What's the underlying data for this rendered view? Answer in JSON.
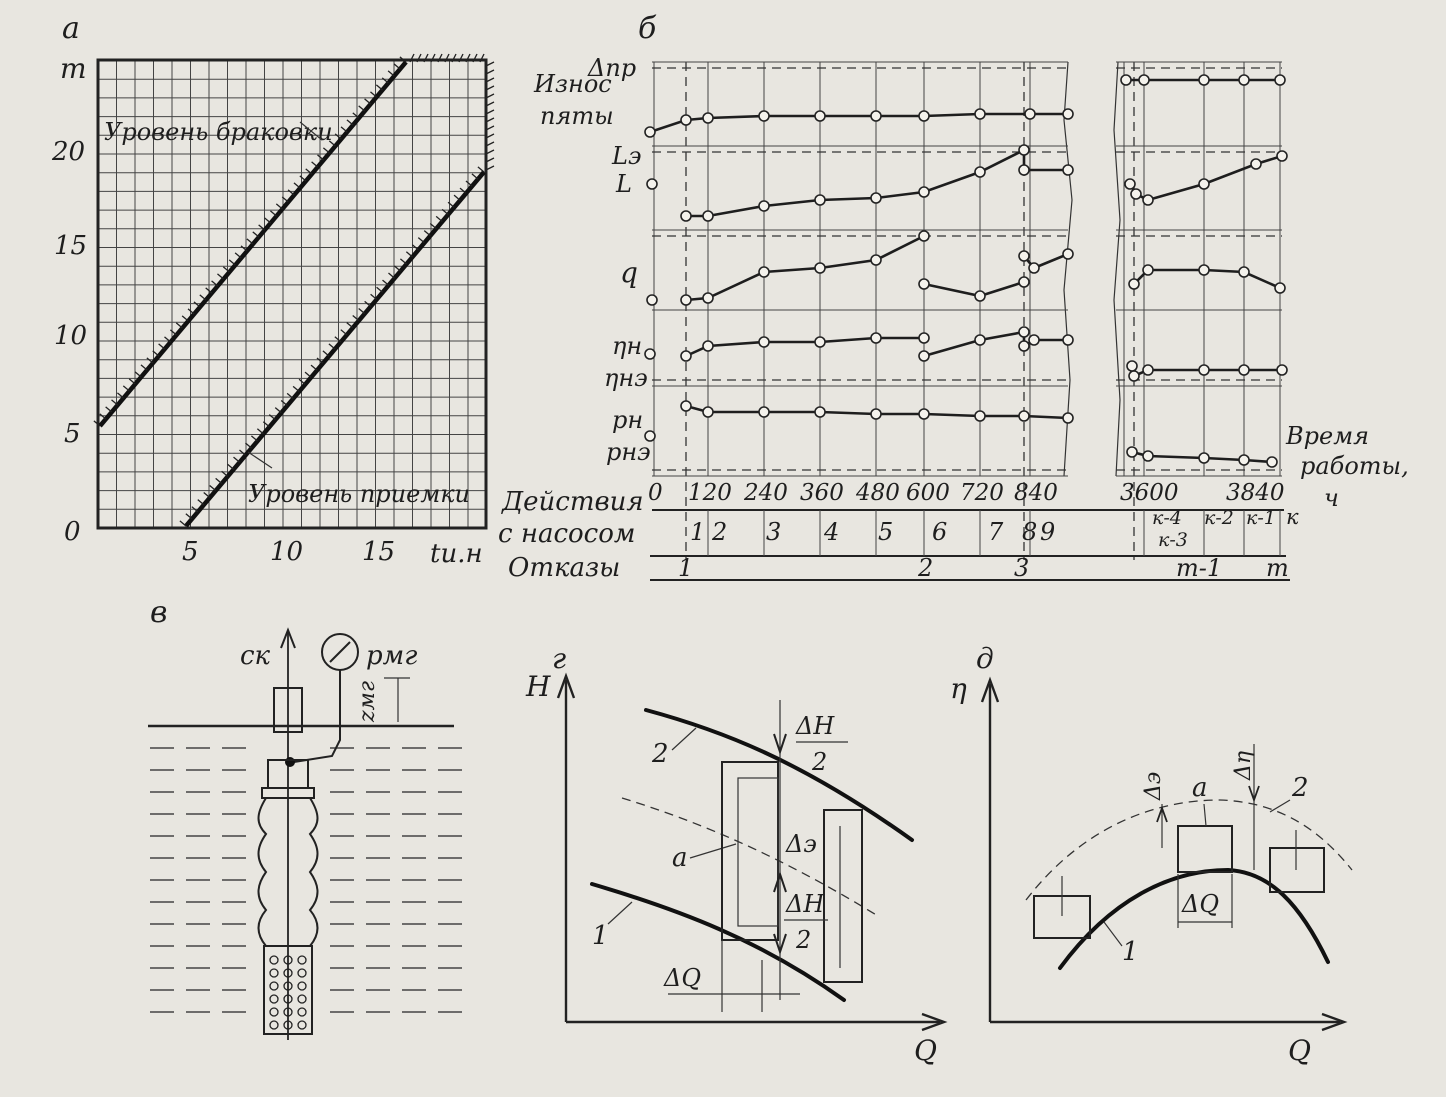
{
  "panel_a": {
    "letter": "а",
    "y_axis_label": "m",
    "x_axis_label": "tи.н",
    "y_ticks": [
      "0",
      "5",
      "10",
      "15",
      "20"
    ],
    "x_ticks": [
      "5",
      "10",
      "15"
    ],
    "reject_level_label": "Уровень браковки",
    "accept_level_label": "Уровень приемки"
  },
  "panel_b": {
    "letter": "б",
    "params": [
      "Δпр",
      "Износ",
      "пяты",
      "Lэ",
      "L",
      "q",
      "ηн",
      "ηнэ",
      "pн",
      "pнэ"
    ],
    "time_ticks": [
      "0",
      "120",
      "240",
      "360",
      "480",
      "600",
      "720",
      "840",
      "3600",
      "3840"
    ],
    "time_axis_label": [
      "Время",
      "работы,",
      "ч"
    ],
    "actions_label": [
      "Действия",
      "с насосом"
    ],
    "actions": [
      "1",
      "2",
      "3",
      "4",
      "5",
      "6",
      "7",
      "8",
      "9"
    ],
    "actions_late": [
      "к-4",
      "к-3",
      "к-2",
      "к-1",
      "к"
    ],
    "failures_label": "Отказы",
    "failures": [
      "1",
      "2",
      "3",
      "m-1",
      "m"
    ]
  },
  "panel_v": {
    "letter": "в",
    "velocity_label": "cк",
    "gauge_label": "pмг",
    "gauge_height_label": "zмг"
  },
  "panel_g": {
    "letter": "г",
    "y_axis_label": "H",
    "x_axis_label": "Q",
    "curve_upper_label": "2",
    "curve_lower_label": "1",
    "curve_mid_label": "а",
    "dH_top": "ΔH",
    "dH_top_denom": "2",
    "delta_e": "Δэ",
    "dH_bottom": "ΔH",
    "dH_bottom_denom": "2",
    "dQ": "ΔQ"
  },
  "panel_d": {
    "letter": "д",
    "y_axis_label": "η",
    "x_axis_label": "Q",
    "label_a": "а",
    "label_1": "1",
    "label_2": "2",
    "delta_e": "Δэ",
    "delta_eta": "Δη",
    "dQ": "ΔQ"
  },
  "colors": {
    "ink": "#1e1e1e",
    "paper": "#e8e6e0"
  }
}
